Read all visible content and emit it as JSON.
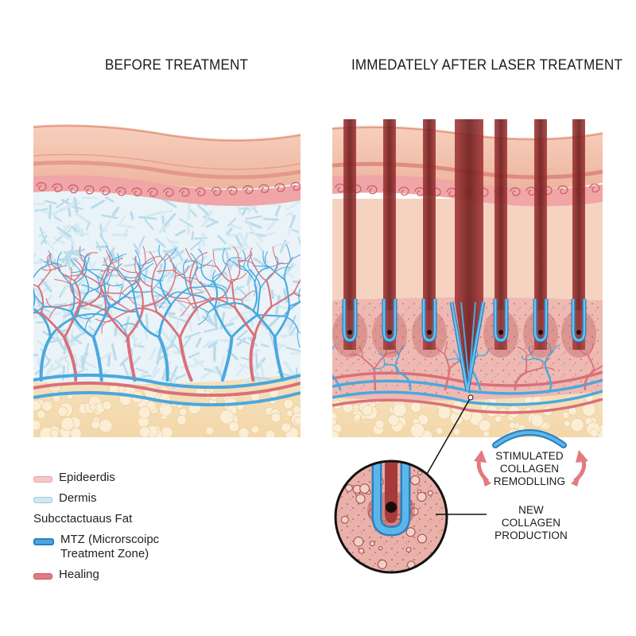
{
  "titles": {
    "before": "BEFORE TREATMENT",
    "after": "IMMEDATELY AFTER LASER TREATMENT"
  },
  "legend": [
    {
      "label": "Epideerdis",
      "color": "#f2b8b8"
    },
    {
      "label": "Dermis",
      "color": "#b9dcec"
    },
    {
      "label": "Subcctactuaus Fat",
      "color": ""
    },
    {
      "label": "MTZ (Microrscoipc Treatment Zone)",
      "color": "#4aa8de"
    },
    {
      "label": "Healing",
      "color": "#d9707a"
    }
  ],
  "callouts": {
    "remodeling": "STIMULATED COLLAGEN REMODLLING",
    "new_collagen": "NEW COLLAGEN PRODUCTION"
  },
  "colors": {
    "epidermis": "#f3c3ad",
    "epidermis_dark": "#e59a86",
    "dermis_band": "#ee9ea0",
    "collagen": "#cfe6f2",
    "vessel_blue": "#4aa8de",
    "vessel_red": "#d9707a",
    "fat": "#f7e2bd",
    "tissue_red": "#e5a3a0",
    "mtz_dark": "#8c2a2a",
    "arrow_red": "#e27a82",
    "arrow_blue": "#4aa8de"
  }
}
